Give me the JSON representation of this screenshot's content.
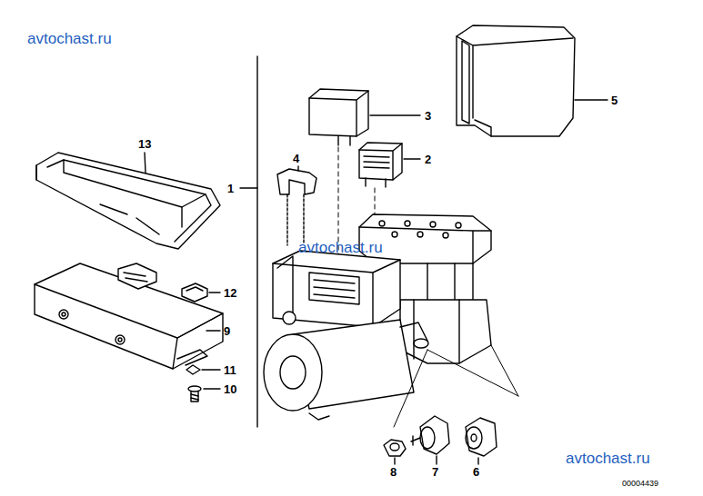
{
  "diagram": {
    "labels": [
      "avtochast.ru",
      "13",
      "5",
      "3",
      "4",
      "2",
      "1",
      "avtochast.ru",
      "12",
      "9",
      "11",
      "10",
      "8",
      "7",
      "6",
      "avtochast.ru",
      "00004439"
    ]
  }
}
